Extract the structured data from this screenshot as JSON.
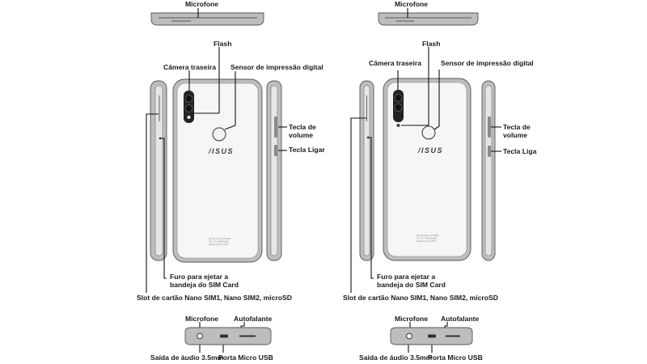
{
  "diagrams": [
    {
      "labels": {
        "mic_top": "Microfone",
        "flash": "Flash",
        "rear_camera": "Câmera traseira",
        "fingerprint": "Sensor de impressão digital",
        "volume_key": "Tecla de\nvolume",
        "power_key": "Tecla Ligar",
        "sim_eject": "Furo para ejetar a\nbandeja do SIM Card",
        "card_slot": "Slot de cartão Nano SIM1, Nano SIM2, microSD",
        "mic_bottom": "Microfone",
        "speaker": "Autofalante",
        "audio_out": "Saída de áudio 3.5mm",
        "usb_port": "Porta Micro USB"
      },
      "logo": "/ISUS",
      "fine_print": [
        "Model ASUS_X01BDA",
        "FCC ID: MSQX01BD",
        "Designed by ASUS"
      ]
    },
    {
      "labels": {
        "mic_top": "Microfone",
        "flash": "Flash",
        "rear_camera": "Câmera traseira",
        "fingerprint": "Sensor de impressão digital",
        "volume_key": "Tecla de\nvolume",
        "power_key": "Tecla Liga",
        "sim_eject": "Furo para ejetar a\nbandeja do SIM Card",
        "card_slot": "Slot de cartão Nano SIM1, Nano SIM2, microSD",
        "mic_bottom": "Microfone",
        "speaker": "Autofalante",
        "audio_out": "Saída de áudio 3.5mm",
        "usb_port": "Porta Micro USB"
      },
      "logo": "/ISUS",
      "fine_print": [
        "Model ASUS_X01BDA",
        "FCC ID: MSQX01BD",
        "Designed by ASUS"
      ]
    }
  ]
}
